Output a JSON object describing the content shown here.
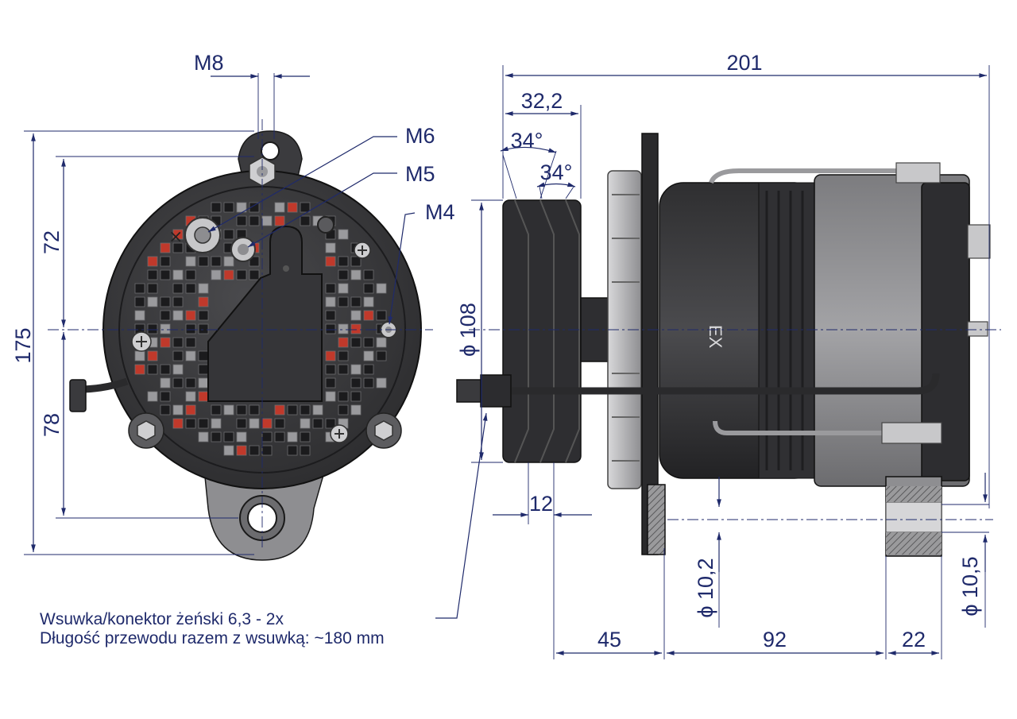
{
  "dimensions": {
    "m8": "M8",
    "m6": "M6",
    "m5": "M5",
    "m4": "M4",
    "h_top_72": "72",
    "h_total_175": "175",
    "h_bottom_78": "78",
    "len_total_201": "201",
    "pulley_32_2": "32,2",
    "angle_a": "34°",
    "angle_b": "34°",
    "pulley_dia_108": "ϕ 108",
    "groove_12": "12",
    "hole_dia_10_2": "ϕ 10,2",
    "hole_dia_10_5": "ϕ 10,5",
    "dist_45": "45",
    "dist_92": "92",
    "dist_22": "22"
  },
  "notes": {
    "line1": "Wsuwka/konektor żeński 6,3 - 2x",
    "line2": "Długość przewodu razem z wsuwką: ~180 mm"
  },
  "side_label": "EX",
  "colors": {
    "dimension": "#1f2a6b",
    "body": "#3a3a3c",
    "housing_grey": "#8c8c8e",
    "accent_wire": "#c0392b"
  }
}
